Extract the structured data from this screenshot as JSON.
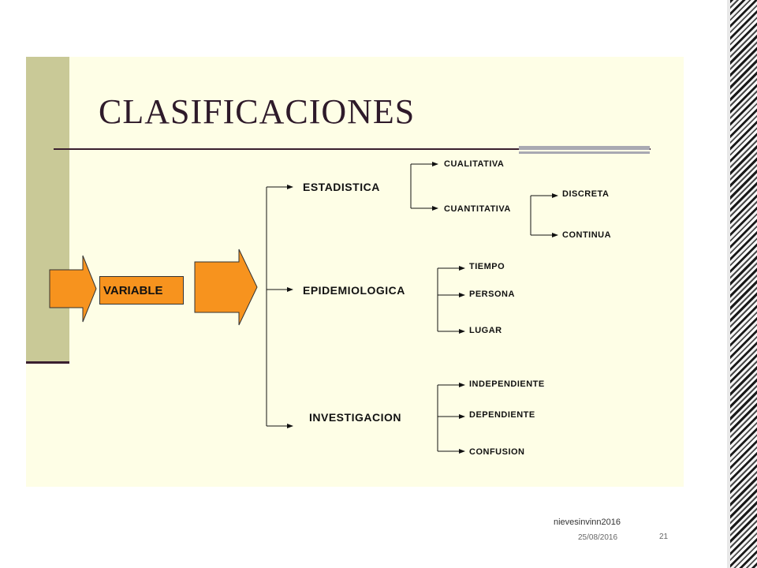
{
  "slide": {
    "title": "CLASIFICACIONES",
    "root": "VARIABLE",
    "branches": [
      {
        "label": "ESTADISTICA",
        "children": [
          "CUALITATIVA",
          "CUANTITATIVA"
        ]
      },
      {
        "label": "EPIDEMIOLOGICA",
        "children": [
          "TIEMPO",
          "PERSONA",
          "LUGAR"
        ]
      },
      {
        "label": "INVESTIGACION",
        "children": [
          "INDEPENDIENTE",
          "DEPENDIENTE",
          "CONFUSION"
        ]
      }
    ],
    "cuantitativa_children": [
      "DISCRETA",
      "CONTINUA"
    ]
  },
  "footer": {
    "author": "nievesinvinn2016",
    "date": "25/08/2016",
    "page": "21"
  },
  "colors": {
    "arrow_fill": "#f7931e",
    "band": "#c9c997",
    "background": "#fefee6",
    "title": "#2e1a2a"
  }
}
